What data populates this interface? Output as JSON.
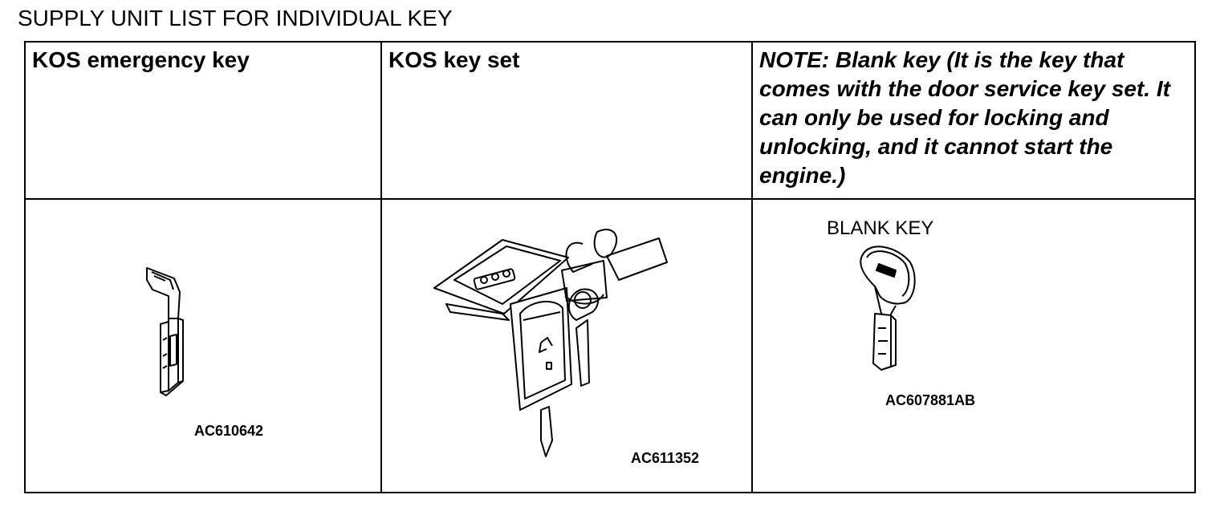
{
  "page": {
    "title": "SUPPLY UNIT LIST FOR INDIVIDUAL KEY"
  },
  "columns": [
    {
      "header": "KOS emergency key",
      "code": "AC610642",
      "illustration": "emergency-key-illustration"
    },
    {
      "header": "KOS key set",
      "code": "AC611352",
      "illustration": "key-set-illustration"
    },
    {
      "header": "NOTE: Blank key (It is the key that comes with the door service key set. It can only be used for locking and unlocking, and it cannot start the engine.)",
      "code": "AC607881AB",
      "label": "BLANK KEY",
      "illustration": "blank-key-illustration"
    }
  ]
}
